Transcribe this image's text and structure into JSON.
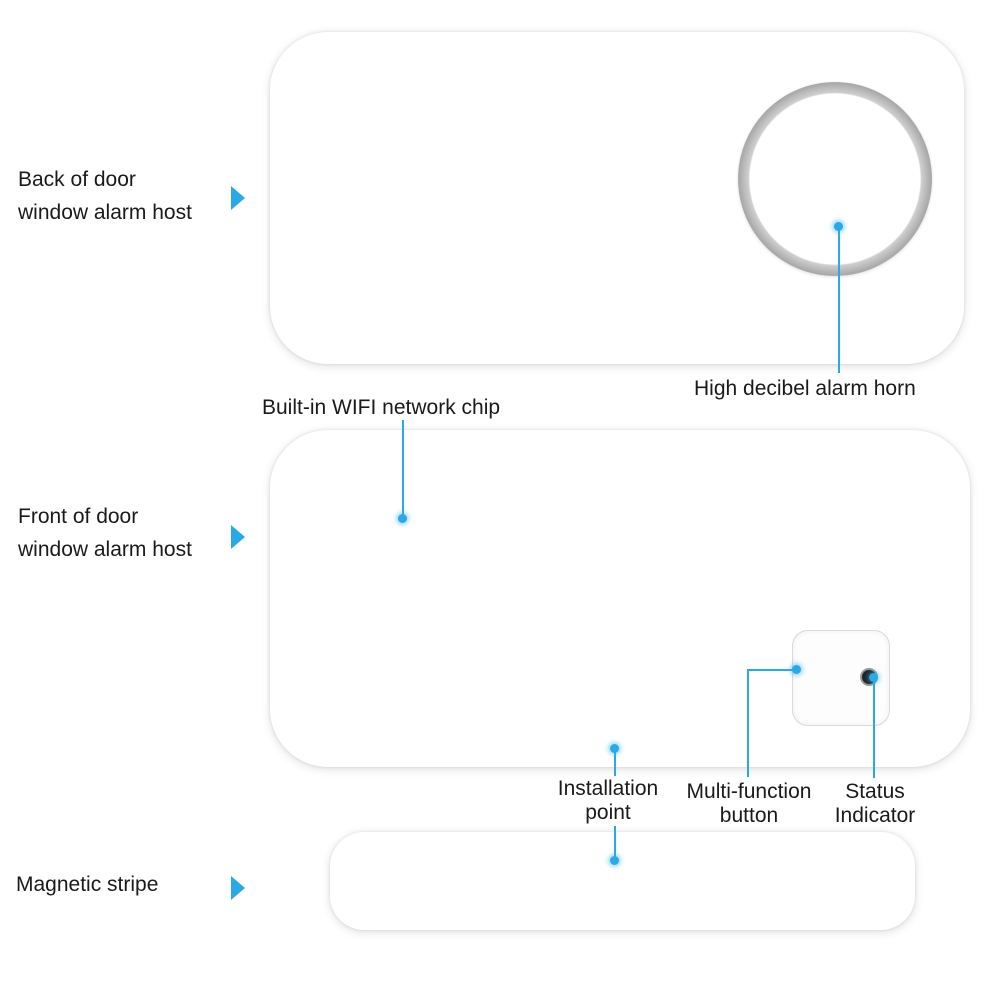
{
  "labels": {
    "back_line1": "Back of door",
    "back_line2": "window alarm host",
    "front_line1": "Front of door",
    "front_line2": "window alarm host",
    "magnetic": "Magnetic stripe",
    "horn": "High decibel alarm horn",
    "wifi": "Built-in WIFI network chip",
    "install_line1": "Installation",
    "install_line2": "point",
    "button_line1": "Multi-function",
    "button_line2": "button",
    "status_line1": "Status",
    "status_line2": "Indicator"
  },
  "colors": {
    "accent": "#2aa9e8",
    "device": "#ffffff",
    "text": "#1a1a1a"
  },
  "icons": {
    "pointer": "triangle-right-icon"
  }
}
